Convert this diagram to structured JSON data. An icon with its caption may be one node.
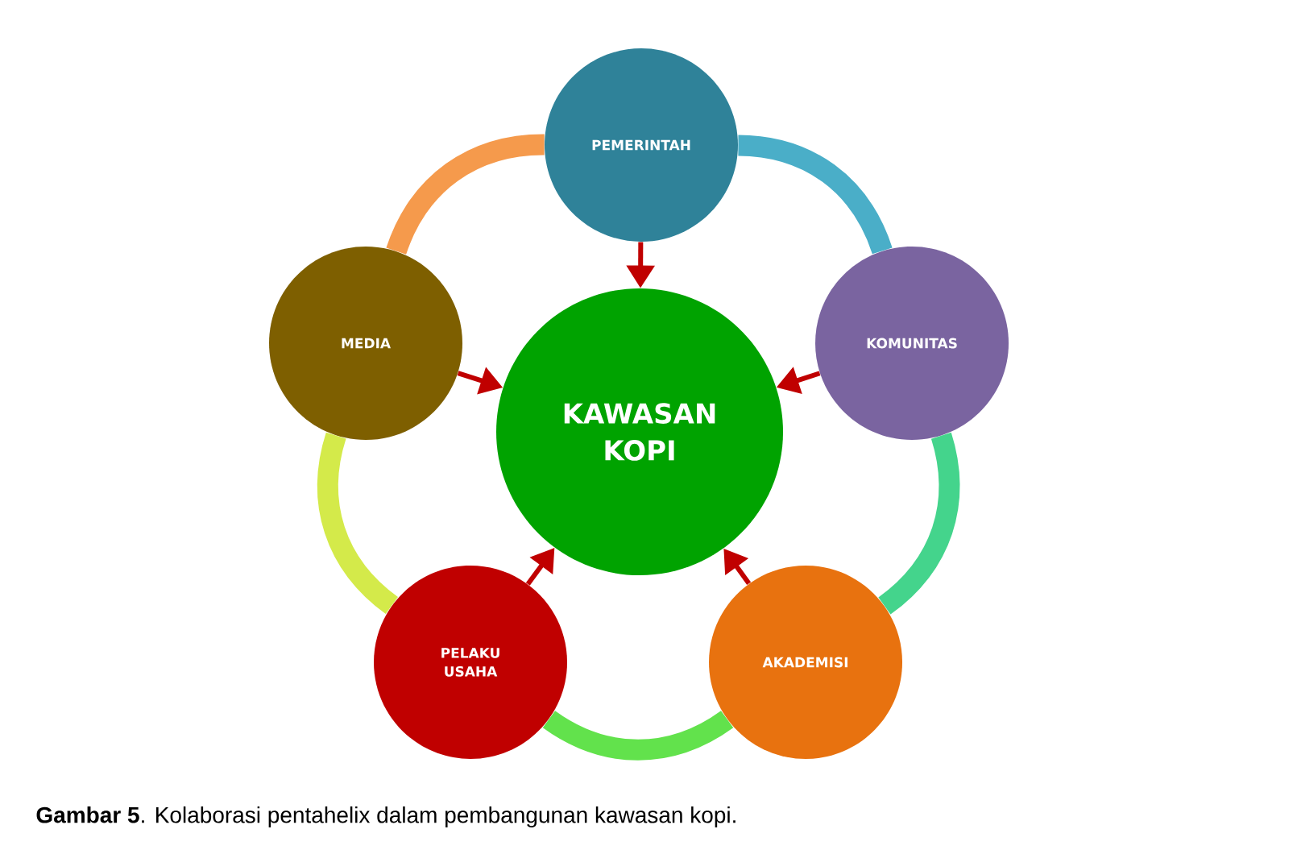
{
  "diagram": {
    "caption": "**Gambar 5**. Kolaborasi pentahelix dalam pembangunan kawasan kopi.",
    "nodes": [
      {
        "text": [
          "KAWASAN KOPI"
        ]
      },
      {
        "text": [
          "PEMERINTAH"
        ]
      },
      {
        "text": [
          "KOMUNITAS"
        ]
      },
      {
        "text": [
          "AKADEMISI"
        ]
      },
      {
        "text": [
          "PELAKU USAHA"
        ]
      },
      {
        "text": [
          "MEDIA"
        ]
      }
    ],
    "edges": [
      {
        "from": 1,
        "to": 0,
        "arrow": "to",
        "color": "#c00000"
      },
      {
        "from": 2,
        "to": 0,
        "arrow": "to",
        "color": "#c00000"
      },
      {
        "from": 3,
        "to": 0,
        "arrow": "to",
        "color": "#c00000"
      },
      {
        "from": 4,
        "to": 0,
        "arrow": "to",
        "color": "#c00000"
      },
      {
        "from": 5,
        "to": 0,
        "arrow": "to",
        "color": "#c00000"
      },
      {
        "from": 1,
        "to": 2,
        "arrow": "none",
        "style": "thick",
        "color": "#4aaec8"
      },
      {
        "from": 2,
        "to": 3,
        "arrow": "none",
        "style": "thick",
        "color": "#44d48c"
      },
      {
        "from": 3,
        "to": 4,
        "arrow": "none",
        "style": "thick",
        "color": "#62e24c"
      },
      {
        "from": 4,
        "to": 5,
        "arrow": "none",
        "style": "thick",
        "color": "#d4ea4a"
      },
      {
        "from": 5,
        "to": 1,
        "arrow": "none",
        "style": "thick",
        "color": "#f59a4c"
      }
    ]
  }
}
